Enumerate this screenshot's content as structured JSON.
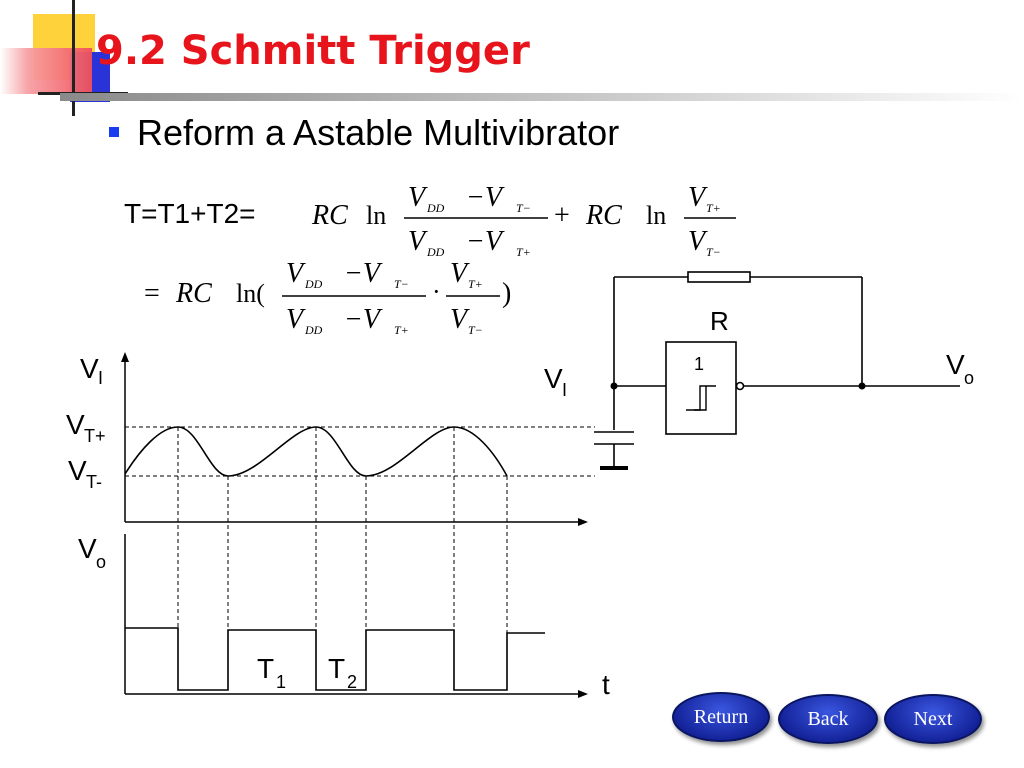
{
  "title": "9.2 Schmitt Trigger",
  "bullet": "Reform a Astable Multivibrator",
  "formula": {
    "prefix": "T=T1+T2=",
    "line1": {
      "rc1": "RC",
      "ln": "ln",
      "num1": {
        "a": "V",
        "a_sub": "DD",
        "minus": "−V",
        "b_sub": "T−"
      },
      "den1": {
        "a": "V",
        "a_sub": "DD",
        "minus": "−V",
        "b_sub": "T+"
      },
      "plus": "+",
      "rc2": "RC",
      "num2": {
        "a": "V",
        "a_sub": "T+"
      },
      "den2": {
        "a": "V",
        "a_sub": "T−"
      }
    },
    "line2": {
      "eq": "=",
      "rc": "RC",
      "ln": "ln(",
      "close": ")",
      "dot": "·"
    }
  },
  "diagram": {
    "waveform": {
      "vi_label": "V",
      "vi_sub": "I",
      "vtplus_label": "V",
      "vtplus_sub": "T+",
      "vtminus_label": "V",
      "vtminus_sub": "T-",
      "vo_label": "V",
      "vo_sub": "o",
      "t1_label": "T",
      "t1_sub": "1",
      "t2_label": "T",
      "t2_sub": "2",
      "time_label": "t"
    },
    "circuit": {
      "r_label": "R",
      "gate_label": "1",
      "vi_label": "V",
      "vi_sub": "I",
      "vo_label": "V",
      "vo_sub": "o"
    }
  },
  "nav": {
    "return_label": "Return",
    "back_label": "Back",
    "next_label": "Next"
  },
  "colors": {
    "title": "#e8141c",
    "bullet": "#1a3cf0",
    "deco_yellow": "#fdd23a",
    "deco_red": "#f0505a",
    "deco_blue": "#2a33d8",
    "button": "#14239a"
  }
}
